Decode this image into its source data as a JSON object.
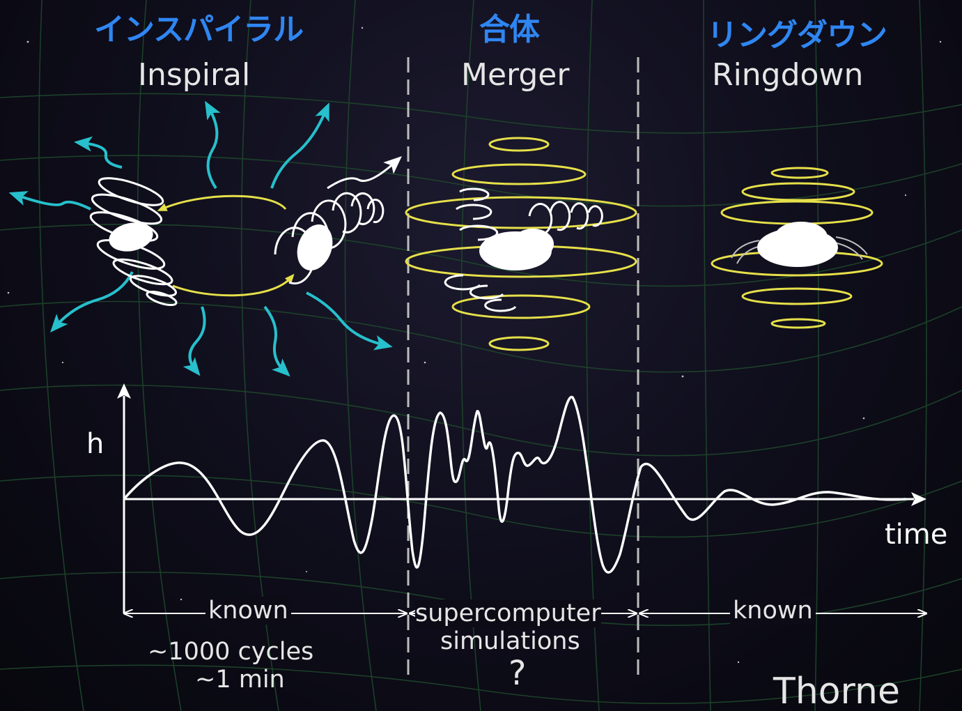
{
  "phases": {
    "inspiral": {
      "jp": "インスパイラル",
      "en": "Inspiral"
    },
    "merger": {
      "jp": "合体",
      "en": "Merger"
    },
    "ringdown": {
      "jp": "リングダウン",
      "en": "Ringdown"
    }
  },
  "axes": {
    "y_label": "h",
    "x_label": "time"
  },
  "annotations": {
    "inspiral_known": "known",
    "inspiral_cycles": "~1000 cycles",
    "inspiral_duration": "~1 min",
    "merger_line1": "supercomputer",
    "merger_line2": "simulations",
    "merger_question": "?",
    "ringdown_known": "known"
  },
  "credit": "Thorne",
  "colors": {
    "japanese_title": "#2f86f2",
    "gw_arrows": "#27c0cc",
    "orbit_rings": "#e6e04a",
    "waveform": "#ffffff",
    "grid": "#1f4a2c"
  }
}
